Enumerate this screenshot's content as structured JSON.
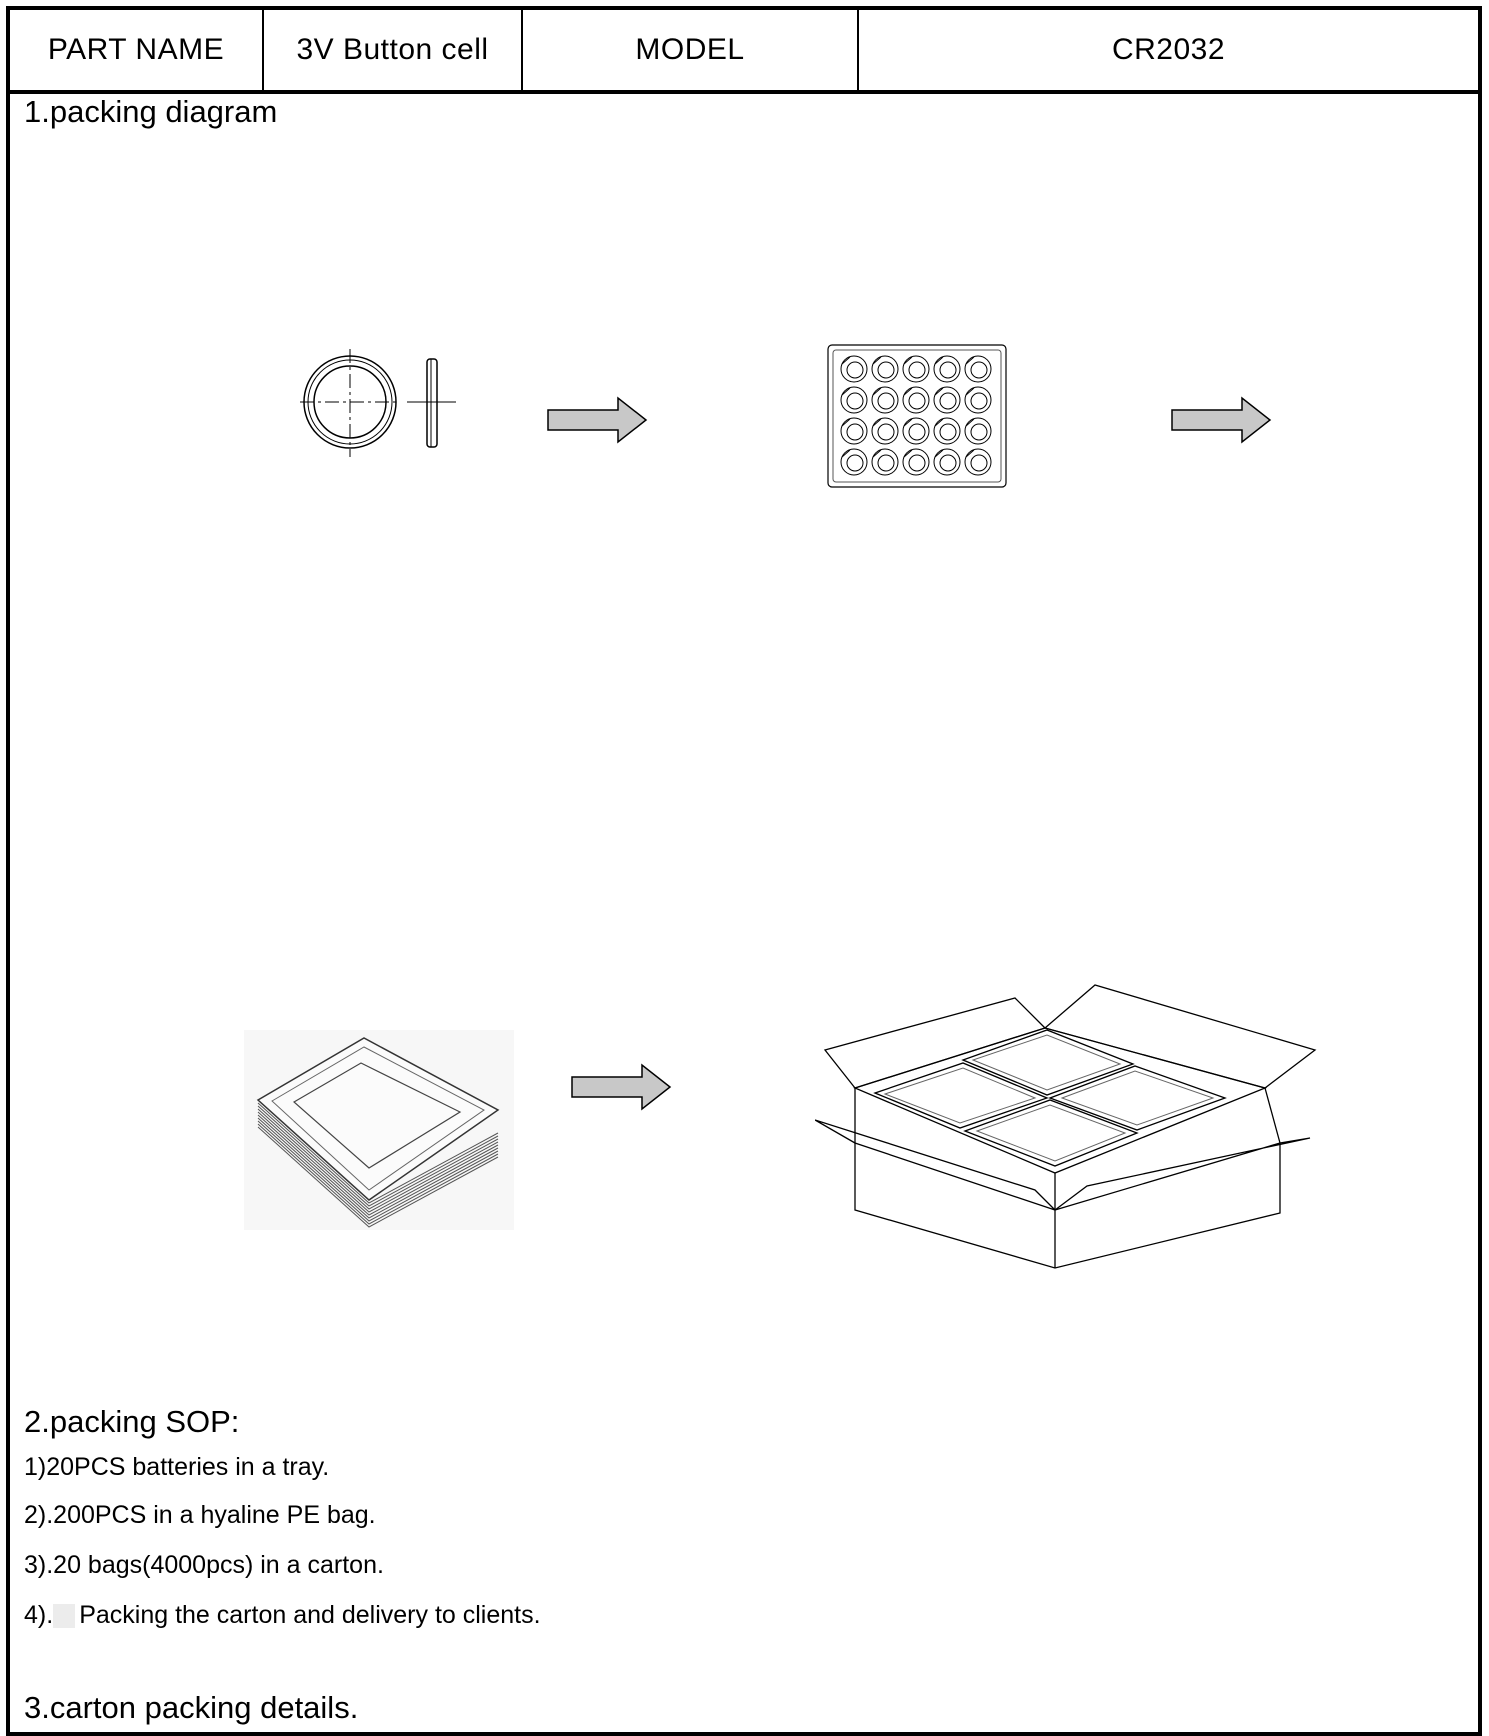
{
  "header": {
    "part_name_label": "PART NAME",
    "part_name_value": "3V Button cell",
    "model_label": "MODEL",
    "model_value": "CR2032"
  },
  "sections": {
    "diagram_title": "1.packing diagram",
    "sop_title": "2.packing SOP:",
    "details_title": "3.carton packing details."
  },
  "sop_steps": [
    "1)20PCS batteries in a tray.",
    "2).200PCS in a hyaline PE bag.",
    "3).20 bags(4000pcs) in a carton.",
    "Packing the carton and delivery to clients."
  ],
  "sop_step4_prefix": "4).",
  "figures": {
    "cell_icon": "button-cell-drawing",
    "tray_icon": "tray-20-cells-drawing",
    "bag_icon": "stacked-trays-bag-drawing",
    "carton_icon": "open-carton-drawing",
    "arrow_icon": "right-arrow",
    "arrow_fill": "#c8c8c8"
  },
  "tray_grid": {
    "rows": 4,
    "cols": 5
  }
}
